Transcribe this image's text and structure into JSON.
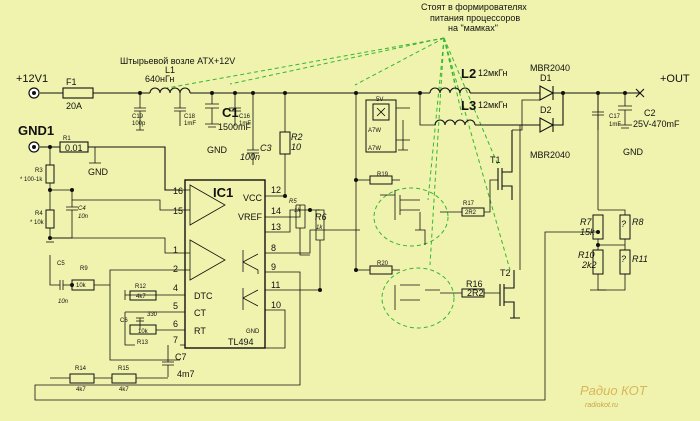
{
  "annotations": {
    "processors_note_line1": "Стоят в формирователях",
    "processors_note_line2": "питания процессоров",
    "processors_note_line3": "на \"мамках\"",
    "atx_note": "Штырьевой возле ATX+12V"
  },
  "terminals": {
    "input": "+12V1",
    "ground_in": "GND1",
    "output": "+OUT",
    "gnd": "GND"
  },
  "components": {
    "F1": {
      "name": "F1",
      "value": "20A"
    },
    "L1": {
      "name": "L1",
      "value": "640нГн"
    },
    "C19": {
      "name": "C19",
      "value": "100p"
    },
    "C18": {
      "name": "C18",
      "value": "1mF"
    },
    "C1": {
      "name": "C1",
      "value": "1500mF"
    },
    "C16": {
      "name": "C16",
      "value": "1mF"
    },
    "C3": {
      "name": "C3",
      "value": "100n"
    },
    "R2": {
      "name": "R2",
      "value": "10"
    },
    "R1": {
      "name": "R1",
      "value": "0.01"
    },
    "R3": {
      "name": "R3",
      "value": "* 100-1k"
    },
    "R4": {
      "name": "R4",
      "value": "* 10k"
    },
    "C4": {
      "name": "C4",
      "value": "10n"
    },
    "C5": {
      "name": "C5",
      "value": "10n"
    },
    "R9": {
      "name": "R9",
      "value": "10k"
    },
    "R12": {
      "name": "R12",
      "value": "4k7"
    },
    "C6": {
      "name": "C6",
      "value": "330"
    },
    "R13": {
      "name": "R13",
      "value": "10k"
    },
    "C7": {
      "name": "C7",
      "value": "4m7"
    },
    "R14": {
      "name": "R14",
      "value": "4k7"
    },
    "R15": {
      "name": "R15",
      "value": "4k7"
    },
    "R5": {
      "name": "R5",
      "value": "1k"
    },
    "R6": {
      "name": "R6",
      "value": "1k"
    },
    "R19": {
      "name": "R19",
      "value": ""
    },
    "R17": {
      "name": "R17",
      "value": "2R2"
    },
    "R20": {
      "name": "R20",
      "value": ""
    },
    "R16": {
      "name": "R16",
      "value": "2R2"
    },
    "T1": {
      "name": "T1",
      "value": ""
    },
    "T2": {
      "name": "T2",
      "value": ""
    },
    "L2": {
      "name": "L2",
      "value": "12мкГн"
    },
    "L3": {
      "name": "L3",
      "value": "12мкГн"
    },
    "D1": {
      "name": "D1",
      "value": "MBR2040"
    },
    "D2": {
      "name": "D2",
      "value": "MBR2040"
    },
    "C17": {
      "name": "C17",
      "value": "1mF"
    },
    "C2": {
      "name": "C2",
      "value": "25V-470mF"
    },
    "R7": {
      "name": "R7",
      "value": "15k"
    },
    "R8": {
      "name": "R8",
      "value": "?"
    },
    "R10": {
      "name": "R10",
      "value": "2k2"
    },
    "R11": {
      "name": "R11",
      "value": "?"
    }
  },
  "ic1": {
    "name": "IC1",
    "part": "TL494",
    "pin_labels": {
      "vcc": "VCC",
      "vref": "VREF",
      "dtc": "DTC",
      "ct": "CT",
      "rt": "RT",
      "gnd": "GND"
    },
    "pins_left": [
      "16",
      "15",
      "1",
      "2",
      "4",
      "5",
      "6",
      "7"
    ],
    "pins_right": [
      "12",
      "14",
      "13",
      "8",
      "9",
      "11",
      "10"
    ]
  },
  "inset": {
    "label_a": "A7W",
    "label_b": "A7W",
    "label_c": "5V"
  },
  "watermark": {
    "line1": "Радио КОТ",
    "line2": "radiokot.ru"
  }
}
